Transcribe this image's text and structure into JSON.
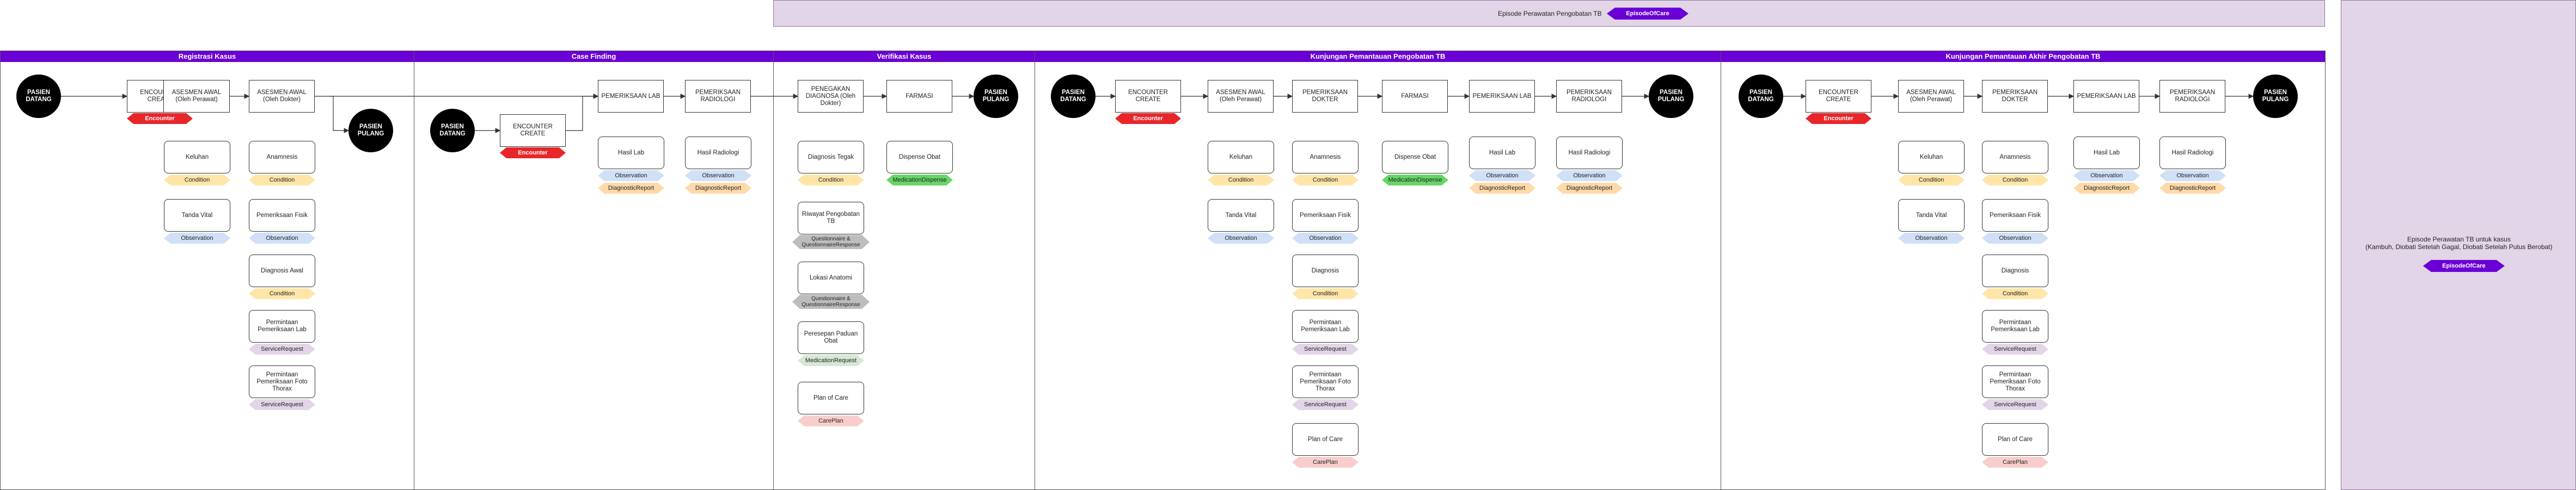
{
  "banner": {
    "text": "Episode Perawatan Pengobatan TB",
    "tag": "EpisodeOfCare"
  },
  "lanes": [
    "Registrasi Kasus",
    "Case Finding",
    "Verifikasi Kasus",
    "Kunjungan Pemantauan Pengobatan TB",
    "Kunjungan Pemantauan Akhir Pengobatan TB"
  ],
  "right_panel": {
    "line1": "Episode Perawatan TB untuk kasus",
    "line2": "(Kambuh, Diobati Setelah Gagal, Diobati Setelah Putus Berobat)",
    "tag": "EpisodeOfCare"
  },
  "nodes": {
    "datang": "PASIEN DATANG",
    "pulang": "PASIEN PULANG",
    "enc_create": "ENCOUNTER CREATE",
    "asesmen_perawat": "ASESMEN AWAL (Oleh Perawat)",
    "asesmen_dokter": "ASESMEN AWAL (Oleh Dokter)",
    "periksa_lab": "PEMERIKSAAN LAB",
    "periksa_rad": "PEMERIKSAAN RADIOLOGI",
    "penegakan": "PENEGAKAN DIAGNOSA (Oleh Dokter)",
    "farmasi": "FARMASI",
    "periksa_dokter": "PEMERIKSAAN DOKTER",
    "keluhan": "Keluhan",
    "tanda_vital": "Tanda Vital",
    "anamnesis": "Anamnesis",
    "pemeriksaan_fisik": "Pemeriksaan Fisik",
    "diagnosis_awal": "Diagnosis Awal",
    "diagnosis": "Diagnosis",
    "permintaan_lab": "Permintaan Pemeriksaan Lab",
    "permintaan_foto": "Permintaan Pemeriksaan Foto Thorax",
    "hasil_lab": "Hasil Lab",
    "hasil_rad": "Hasil Radiologi",
    "diag_tegak": "Diagnosis Tegak",
    "dispense": "Dispense Obat",
    "riwayat": "Riwayat Pengobatan TB",
    "lokasi": "Lokasi Anatomi",
    "peresepan": "Peresepan Paduan Obat",
    "plan": "Plan of Care"
  },
  "tags": {
    "encounter": "Encounter",
    "condition": "Condition",
    "observation": "Observation",
    "service": "ServiceRequest",
    "diagnostic": "DiagnosticReport",
    "med_dispense": "MedicationDispense",
    "med_request": "MedicationRequest",
    "careplan": "CarePlan",
    "questionnaire": "Questionnaire & QuestionnaireResponse"
  },
  "colors": {
    "lane_header": "#6a00d6",
    "banner": "#e1d5e7",
    "encounter_tag": "#e8262a",
    "medication_tag": "#67d567"
  }
}
